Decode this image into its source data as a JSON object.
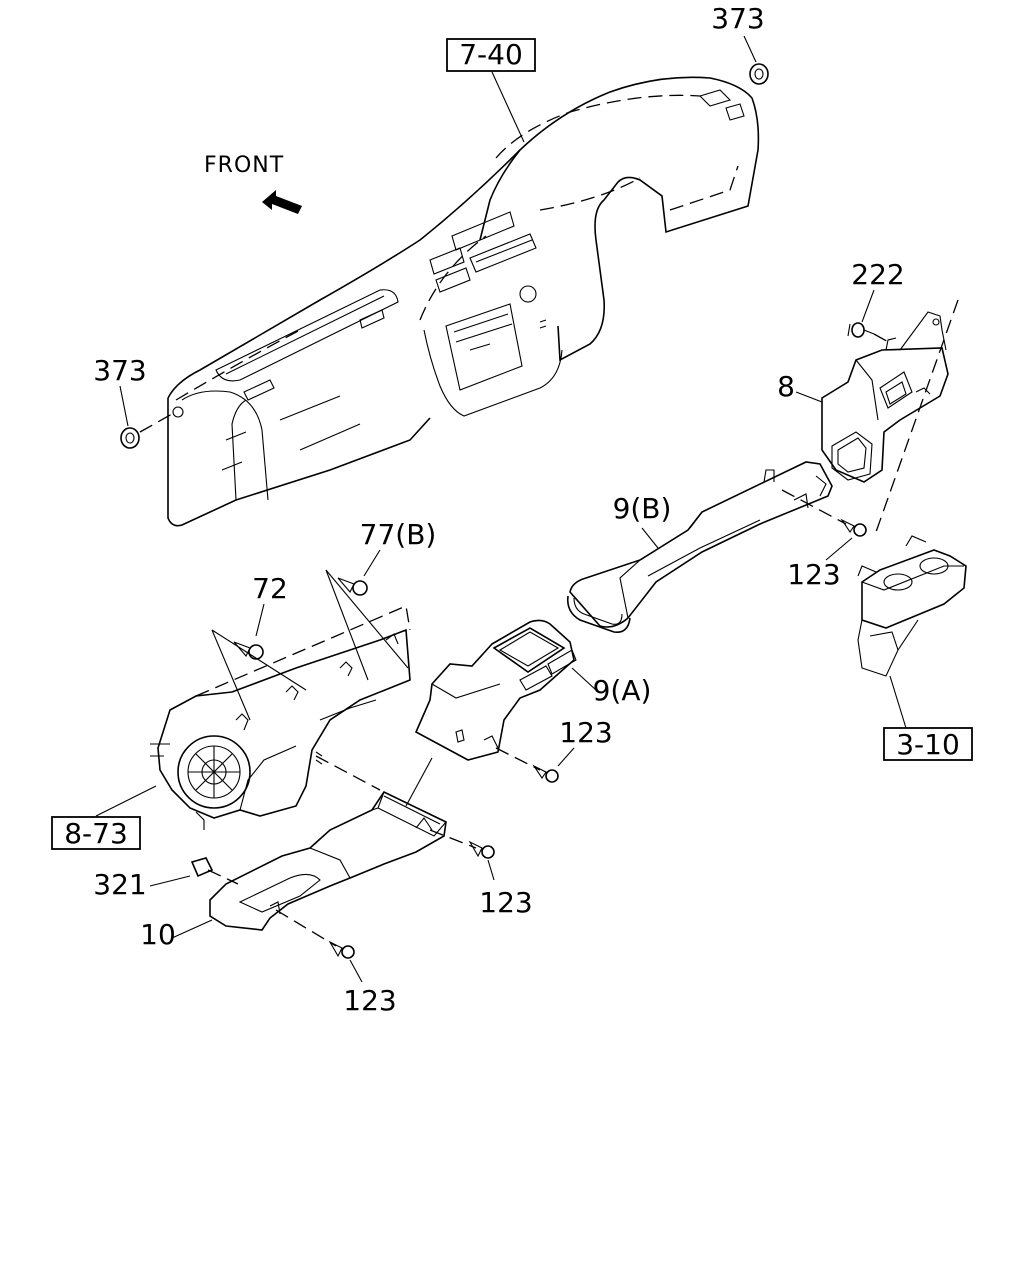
{
  "direction_label": "FRONT",
  "reference_boxes": {
    "dash_panel": "7-40",
    "heater_unit": "8-73",
    "console": "3-10"
  },
  "callouts": {
    "grommet_top": "373",
    "grommet_left": "373",
    "clip_222": "222",
    "duct_8": "8",
    "duct_9b": "9(B)",
    "duct_9a": "9(A)",
    "screw_77b": "77(B)",
    "screw_72": "72",
    "screw_123_right": "123",
    "screw_123_center": "123",
    "screw_123_lower": "123",
    "screw_123_bottom": "123",
    "clip_321": "321",
    "duct_10": "10"
  }
}
